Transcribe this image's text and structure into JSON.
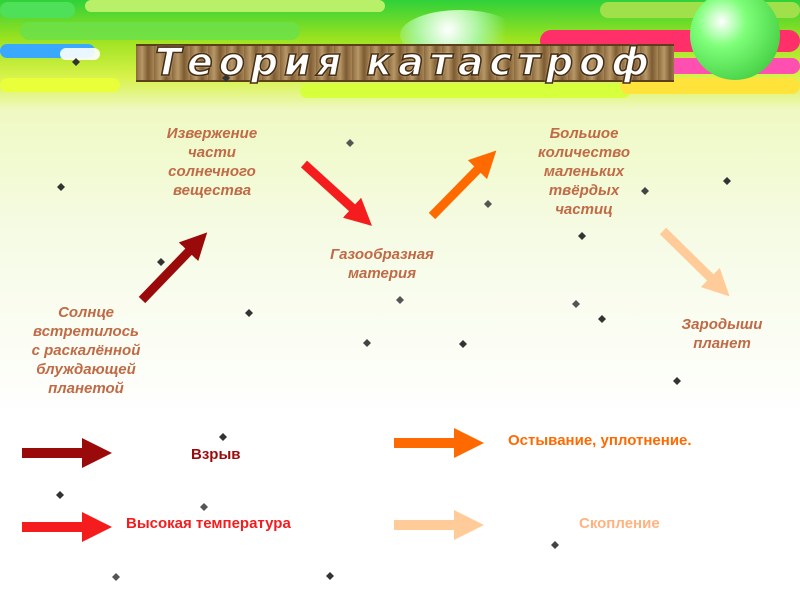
{
  "title": "Теория катастроф",
  "colors": {
    "dark_red": "#9b0a0a",
    "red": "#f41c1c",
    "orange": "#ff6a00",
    "peach": "#ffcc99",
    "label_text": "#c06a46"
  },
  "nodes": {
    "sun": [
      "Солнце",
      "встретилось",
      "с раскалённой",
      "блуждающей",
      "планетой"
    ],
    "eruption": [
      "Извержение",
      "части",
      "солнечного",
      "вещества"
    ],
    "gas": [
      "Газообразная",
      "материя"
    ],
    "particles": [
      "Большое",
      "количество",
      "маленьких",
      "твёрдых",
      "частиц"
    ],
    "embryos": [
      "Зародыши",
      "планет"
    ]
  },
  "legend": {
    "explosion": "Взрыв",
    "cooling": "Остывание, уплотнение.",
    "high_temperature": "Высокая температура",
    "accumulation": "Скопление"
  }
}
